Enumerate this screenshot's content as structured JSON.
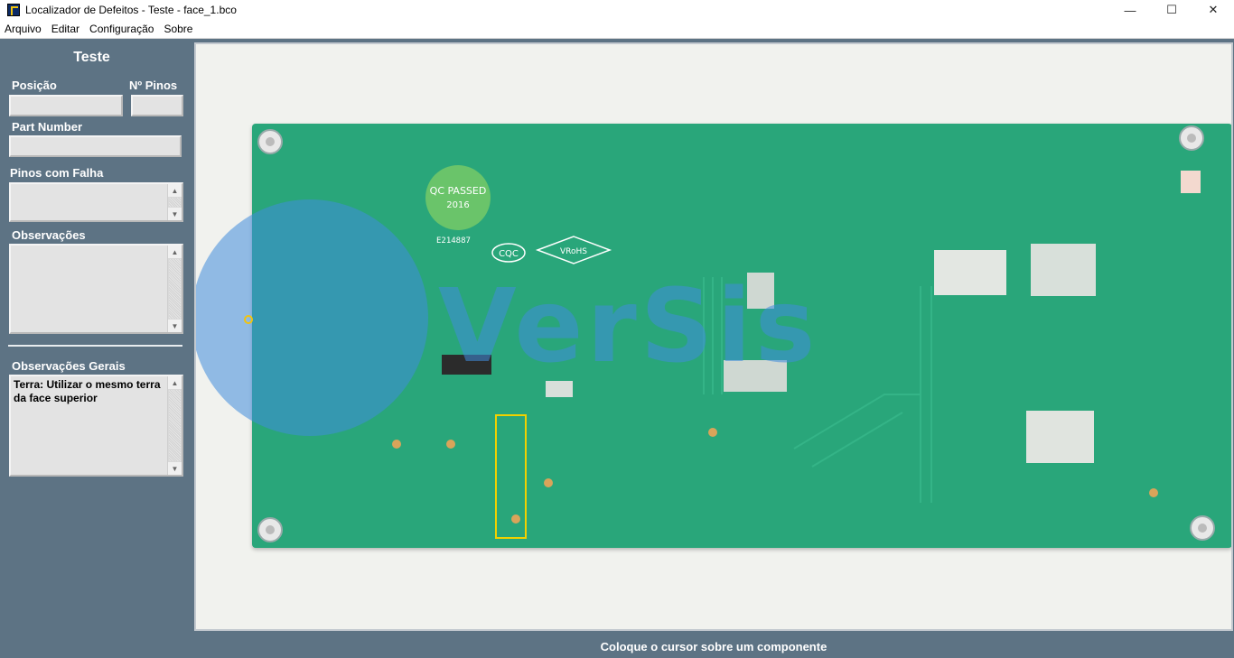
{
  "window": {
    "title": "Localizador de Defeitos - Teste - face_1.bco",
    "controls": {
      "minimize": "—",
      "maximize": "☐",
      "close": "✕"
    }
  },
  "menu": [
    "Arquivo",
    "Editar",
    "Configuração",
    "Sobre"
  ],
  "panel": {
    "title": "Teste",
    "posicao": {
      "label": "Posição",
      "value": ""
    },
    "pinos": {
      "label": "Nº Pinos",
      "value": ""
    },
    "part_number": {
      "label": "Part Number",
      "value": ""
    },
    "pinos_falha": {
      "label": "Pinos com Falha",
      "value": ""
    },
    "observacoes": {
      "label": "Observações",
      "value": ""
    },
    "observacoes_gerais": {
      "label": "Observações Gerais",
      "value": "Terra: Utilizar o mesmo terra da face superior"
    }
  },
  "viewer": {
    "watermark": "VerSis",
    "board_labels": {
      "cert": "CQC",
      "rohs": "VRoHS",
      "qc": "QC PASSED",
      "year": "2016",
      "ul": "E214887"
    }
  },
  "status": {
    "text": "Coloque o cursor sobre um componente"
  },
  "colors": {
    "panel_bg": "#5d7384",
    "board": "#29a67a",
    "highlight": "#f1d100",
    "watermark": "#408cdc"
  }
}
